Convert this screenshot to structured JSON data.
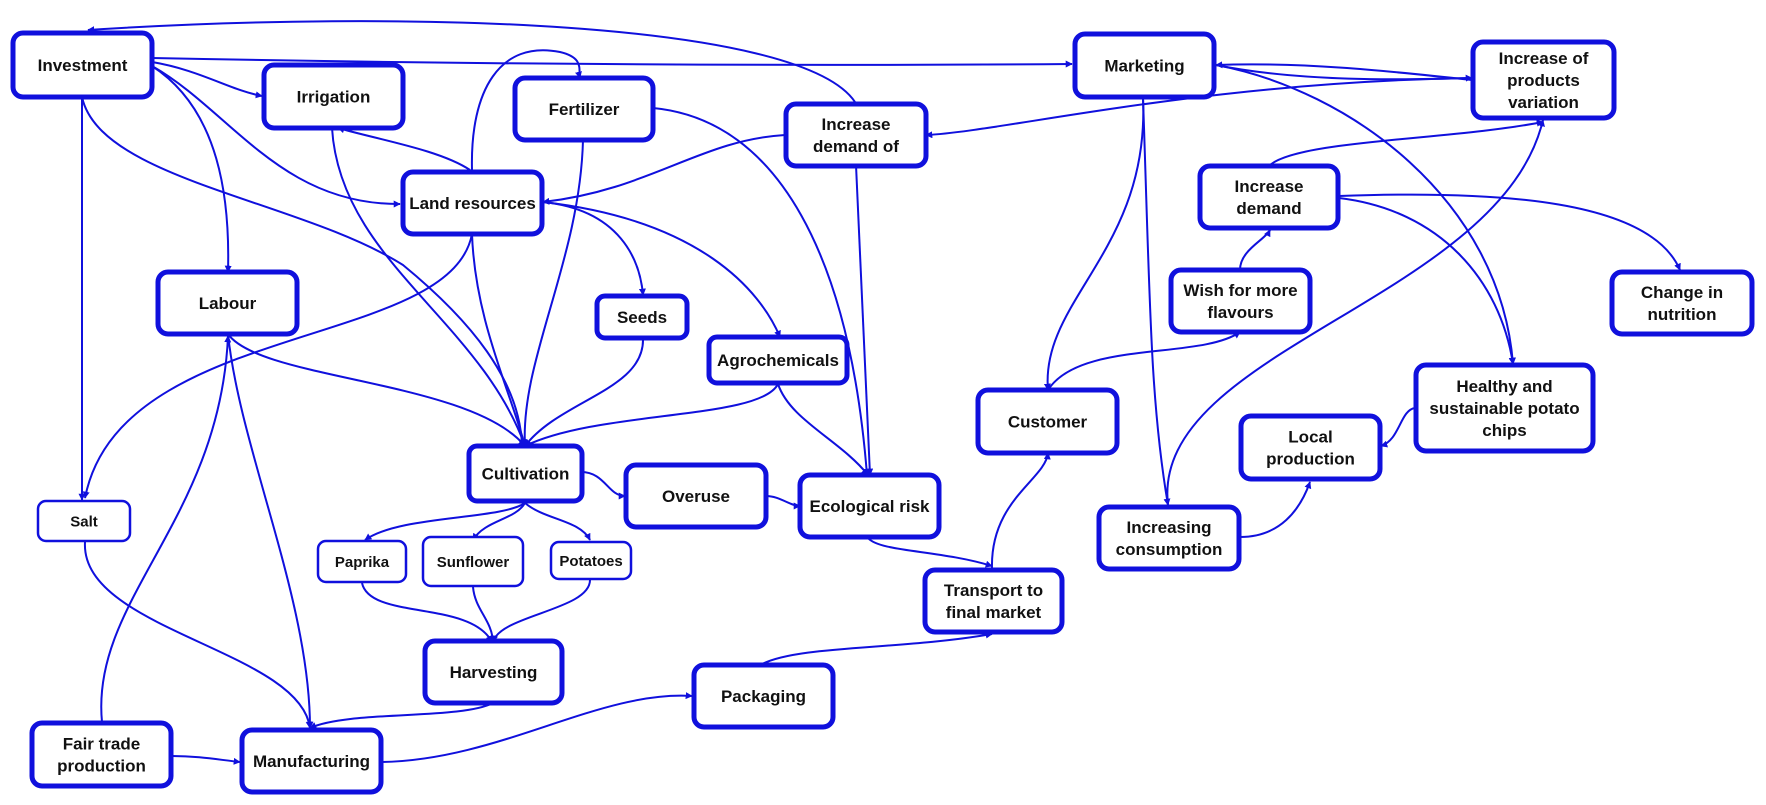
{
  "colors": {
    "stroke": "#1010dd",
    "text": "#111111",
    "background": "#ffffff"
  },
  "nodes": {
    "investment": [
      "Investment"
    ],
    "irrigation": [
      "Irrigation"
    ],
    "fertilizer": [
      "Fertilizer"
    ],
    "increase_demand_of": [
      "Increase",
      "demand of"
    ],
    "marketing": [
      "Marketing"
    ],
    "increase_variation": [
      "Increase of",
      "products",
      "variation"
    ],
    "land_resources": [
      "Land resources"
    ],
    "increase_demand": [
      "Increase",
      "demand"
    ],
    "labour": [
      "Labour"
    ],
    "seeds": [
      "Seeds"
    ],
    "wish_flavours": [
      "Wish for more",
      "flavours"
    ],
    "change_nutrition": [
      "Change in",
      "nutrition"
    ],
    "agrochemicals": [
      "Agrochemicals"
    ],
    "healthy_chips": [
      "Healthy and",
      "sustainable potato",
      "chips"
    ],
    "customer": [
      "Customer"
    ],
    "local_production": [
      "Local",
      "production"
    ],
    "cultivation": [
      "Cultivation"
    ],
    "overuse": [
      "Overuse"
    ],
    "ecological_risk": [
      "Ecological risk"
    ],
    "salt": [
      "Salt"
    ],
    "increasing_consumption": [
      "Increasing",
      "consumption"
    ],
    "paprika": [
      "Paprika"
    ],
    "sunflower": [
      "Sunflower"
    ],
    "potatoes": [
      "Potatoes"
    ],
    "transport": [
      "Transport to",
      "final market"
    ],
    "harvesting": [
      "Harvesting"
    ],
    "packaging": [
      "Packaging"
    ],
    "fair_trade": [
      "Fair trade",
      "production"
    ],
    "manufacturing": [
      "Manufacturing"
    ]
  }
}
